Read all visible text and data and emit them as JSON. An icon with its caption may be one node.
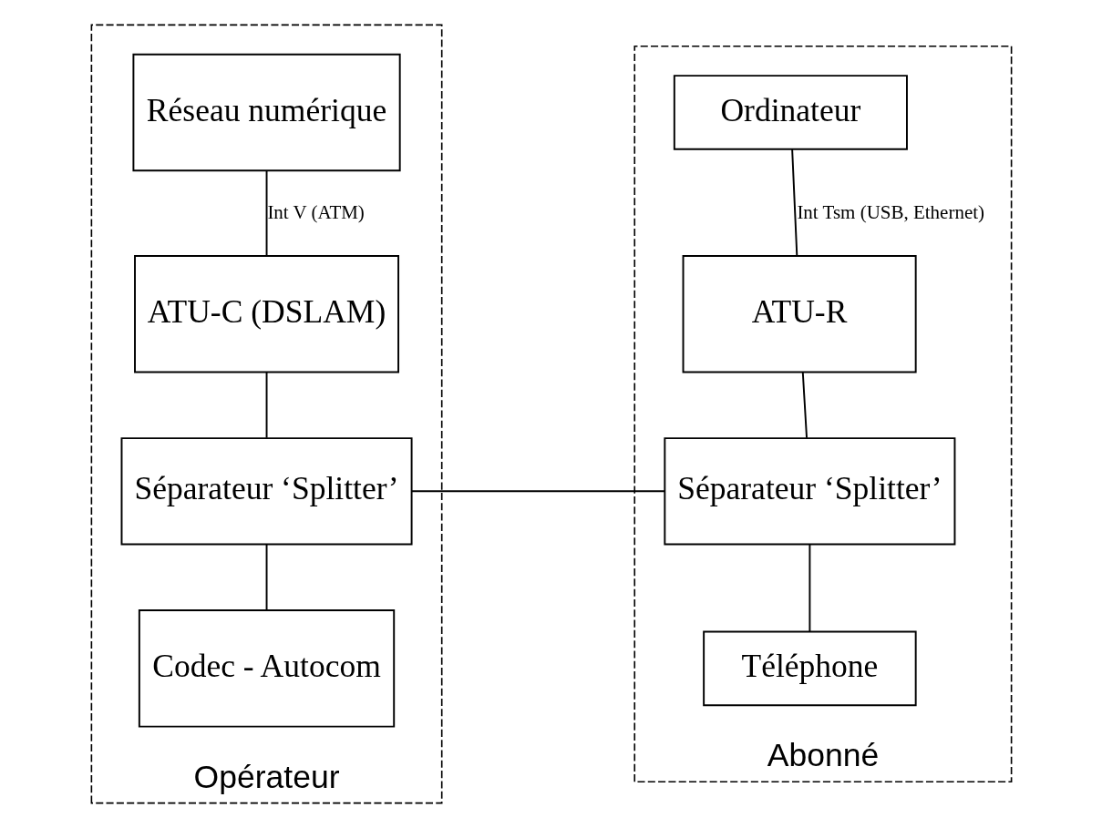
{
  "diagram": {
    "nodes": [
      {
        "text": [
          "Opérateur"
        ]
      },
      {
        "text": [
          "Réseau numérique"
        ],
        "in": 0
      },
      {
        "text": [
          "ATU-C (DSLAM)"
        ],
        "in": 0
      },
      {
        "text": [
          "Séparateur ‘Splitter’"
        ],
        "in": 0
      },
      {
        "text": [
          "Codec - Autocom"
        ],
        "in": 0
      },
      {
        "text": [
          "Abonné"
        ]
      },
      {
        "text": [
          "Ordinateur"
        ],
        "in": 5
      },
      {
        "text": [
          "ATU-R"
        ],
        "in": 5
      },
      {
        "text": [
          "Séparateur ‘Splitter’"
        ],
        "in": 5
      },
      {
        "text": [
          "Téléphone"
        ],
        "in": 5
      }
    ],
    "edges": [
      {
        "from": 1,
        "to": 2,
        "arrow": "none",
        "label": "Int V (ATM)"
      },
      {
        "from": 2,
        "to": 3,
        "arrow": "none"
      },
      {
        "from": 3,
        "to": 4,
        "arrow": "none"
      },
      {
        "from": 3,
        "to": 8,
        "arrow": "none"
      },
      {
        "from": 6,
        "to": 7,
        "arrow": "none",
        "label": "Int Tsm (USB, Ethernet)"
      },
      {
        "from": 7,
        "to": 8,
        "arrow": "none"
      },
      {
        "from": 8,
        "to": 9,
        "arrow": "none"
      }
    ]
  }
}
